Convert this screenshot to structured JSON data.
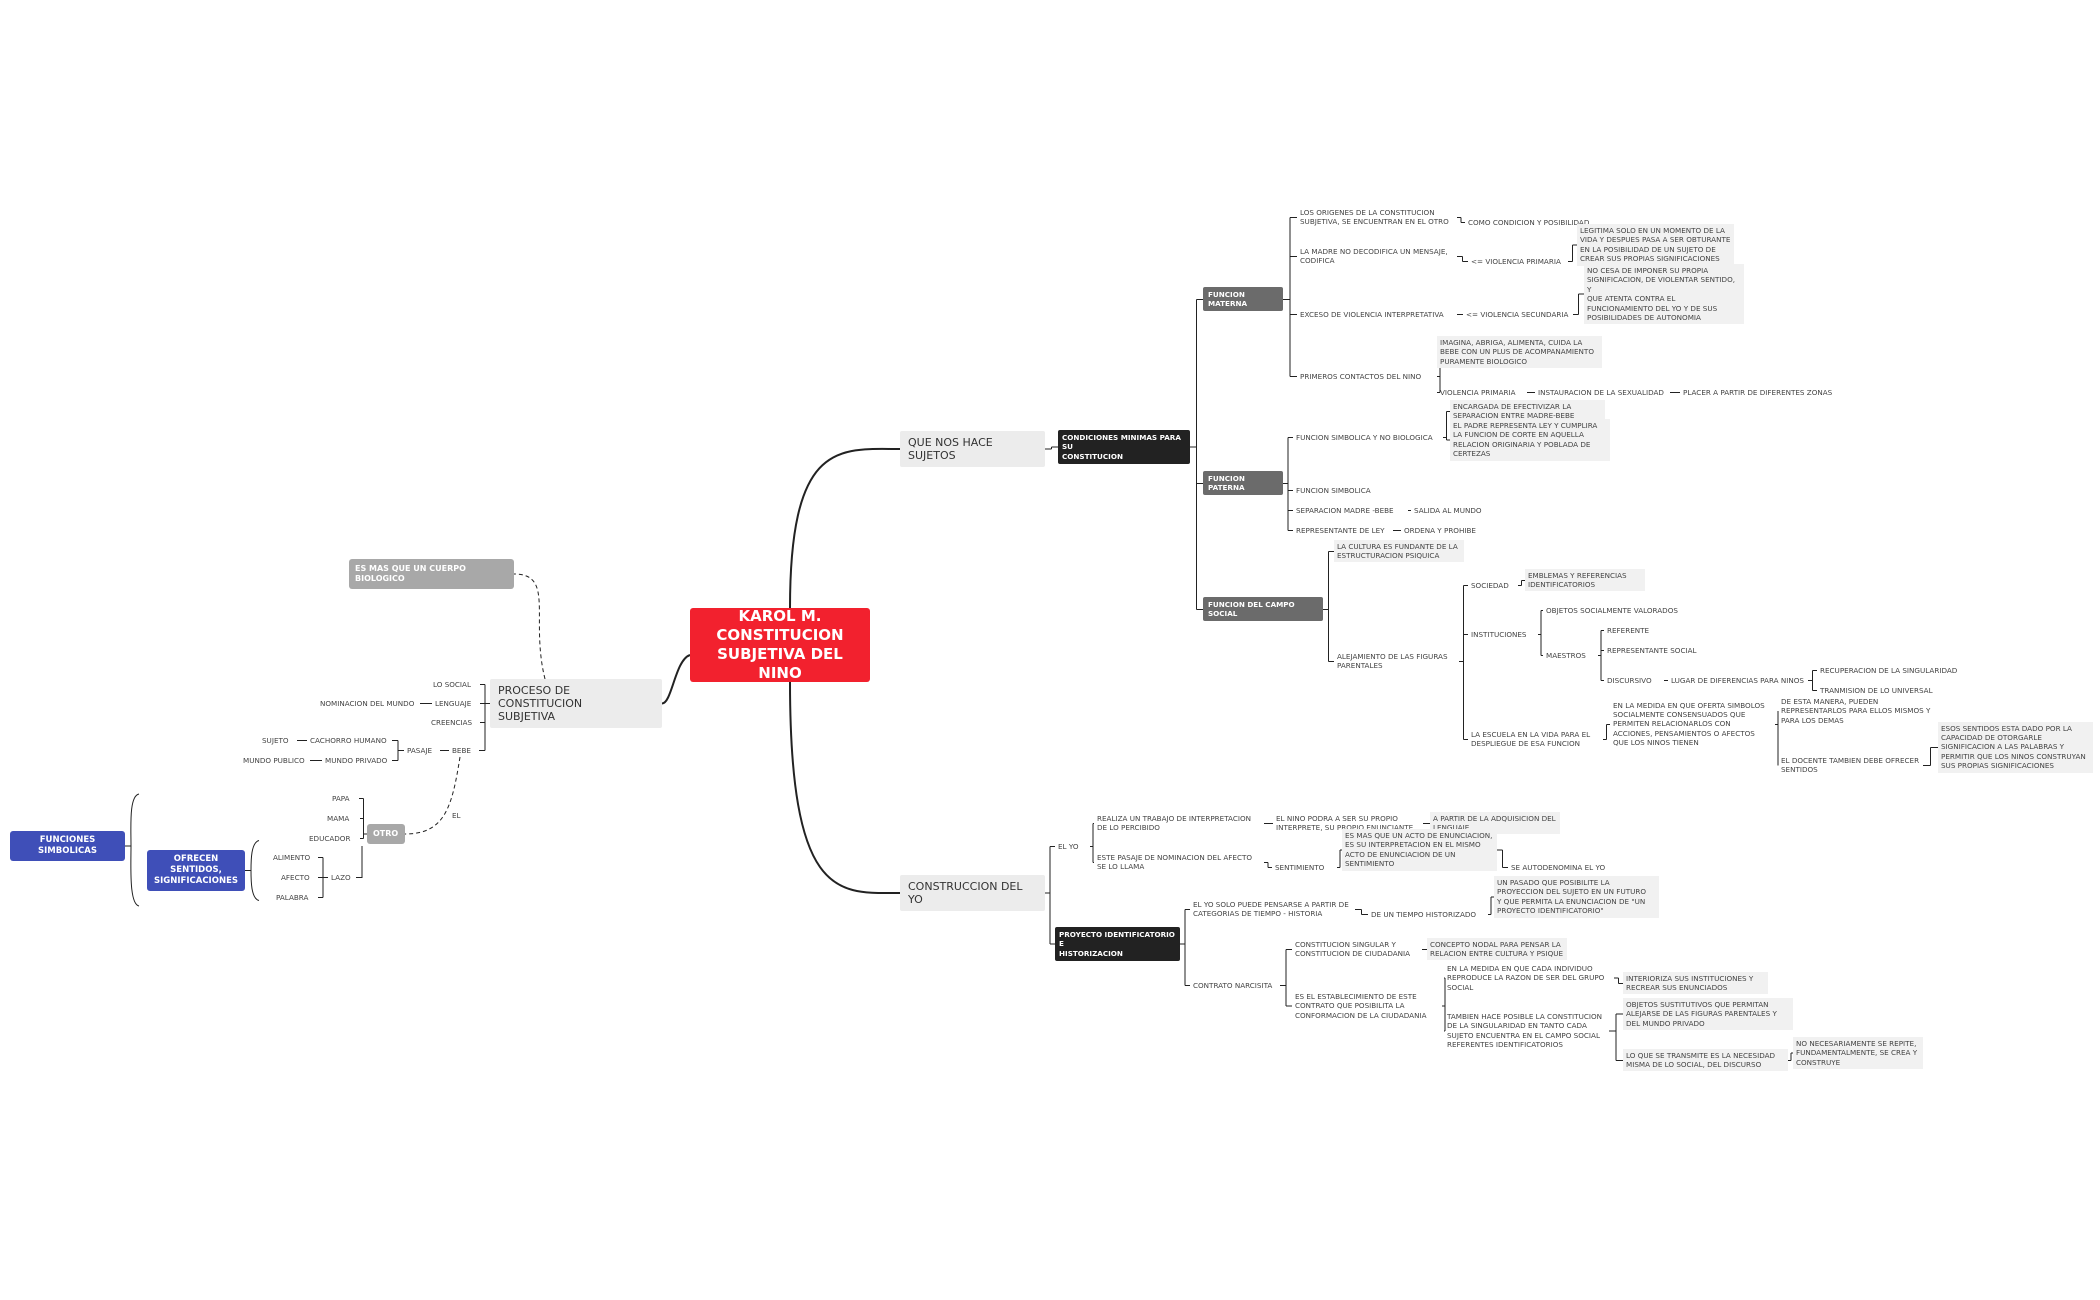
{
  "central_topic": "KAROL M.\nCONSTITUCION\nSUBJETIVA DEL NINO",
  "main_branches": {
    "que_nos_hace": "QUE NOS HACE SUJETOS",
    "construccion": "CONSTRUCCION DEL YO",
    "proceso": "PROCESO DE CONSTITUCION\nSUBJETIVA"
  },
  "que_nos_hace_sujetos": {
    "condiciones": "CONDICIONES MINIMAS PARA SU\nCONSTITUCION",
    "funcion_materna": {
      "label": "FUNCION MATERNA",
      "origenes": "LOS ORIGENES DE LA CONSTITUCION\nSUBJETIVA, SE ENCUENTRAN EN EL OTRO",
      "como_condicion": "COMO CONDICION Y POSIBILIDAD",
      "madre_no": "LA MADRE NO DECODIFICA UN MENSAJE,\nCODIFICA",
      "violencia_primaria_op": "<= VIOLENCIA PRIMARIA",
      "legitima": "LEGITIMA SOLO EN UN MOMENTO DE LA\nVIDA Y DESPUES PASA A SER OBTURANTE\nEN LA POSIBILIDAD DE UN SUJETO DE\nCREAR SUS PROPIAS SIGNIFICACIONES",
      "exceso": "EXCESO DE VIOLENCIA INTERPRETATIVA",
      "violencia_secundaria_op": "<= VIOLENCIA SECUNDARIA",
      "no_cesa": "NO CESA DE IMPONER SU PROPIA\nSIGNIFICACION, DE VIOLENTAR SENTIDO, Y\nQUE ATENTA CONTRA EL\nFUNCIONAMIENTO DEL YO Y DE SUS\nPOSIBILIDADES DE AUTONOMIA",
      "primeros_contactos": "PRIMEROS CONTACTOS DEL NINO",
      "imagina": "IMAGINA, ABRIGA, ALIMENTA, CUIDA LA\nBEBE CON UN PLUS DE ACOMPANAMIENTO\nPURAMENTE BIOLOGICO",
      "violencia_primaria": "VIOLENCIA PRIMARIA",
      "instauracion": "INSTAURACION DE LA SEXUALIDAD",
      "placer": "PLACER A PARTIR DE DIFERENTES ZONAS"
    },
    "funcion_paterna": {
      "label": "FUNCION PATERNA",
      "simbolica_no_bio": "FUNCION SIMBOLICA Y NO BIOLOGICA",
      "encargada": "ENCARGADA DE EFECTIVIZAR LA\nSEPARACION ENTRE MADRE-BEBE",
      "el_padre": "EL PADRE REPRESENTA LEY Y CUMPLIRA\nLA FUNCION DE CORTE EN AQUELLA\nRELACION ORIGINARIA Y POBLADA DE\nCERTEZAS",
      "funcion_simbolica": "FUNCION SIMBOLICA",
      "separacion": "SEPARACION MADRE -BEBE",
      "salida": "SALIDA AL MUNDO",
      "representante": "REPRESENTANTE DE LEY",
      "ordena": "ORDENA Y PROHIBE"
    },
    "funcion_campo_social": {
      "label": "FUNCION DEL CAMPO SOCIAL",
      "cultura": "LA CULTURA ES FUNDANTE DE LA\nESTRUCTURACION PSIQUICA",
      "alejamiento": "ALEJAMIENTO DE LAS FIGURAS\nPARENTALES",
      "sociedad": "SOCIEDAD",
      "emblemas": "EMBLEMAS Y REFERENCIAS\nIDENTIFICATORIOS",
      "instituciones": "INSTITUCIONES",
      "objetos_valorados": "OBJETOS SOCIALMENTE VALORADOS",
      "maestros": "MAESTROS",
      "referente": "REFERENTE",
      "representante_social": "REPRESENTANTE SOCIAL",
      "discursivo": "DISCURSIVO",
      "lugar_diferencias": "LUGAR DE DIFERENCIAS PARA NINOS",
      "recuperacion": "RECUPERACION DE LA SINGULARIDAD",
      "transmision": "TRANMISION DE LO UNIVERSAL",
      "escuela": "LA ESCUELA EN LA VIDA PARA EL\nDESPLIEGUE DE ESA FUNCION",
      "en_la_medida": "EN LA MEDIDA EN QUE OFERTA SIMBOLOS\nSOCIALMENTE CONSENSUADOS QUE\nPERMITEN RELACIONARLOS CON\nACCIONES, PENSAMIENTOS O AFECTOS\nQUE LOS NINOS TIENEN",
      "de_esta_manera": "DE ESTA MANERA, PUEDEN\nREPRESENTARLOS PARA ELLOS MISMOS Y\nPARA LOS DEMAS",
      "el_docente": "EL DOCENTE TAMBIEN DEBE OFRECER\nSENTIDOS",
      "esos_sentidos": "ESOS SENTIDOS ESTA DADO POR LA\nCAPACIDAD DE OTORGARLE\nSIGNIFICACION A LAS PALABRAS Y\nPERMITIR QUE LOS NINOS CONSTRUYAN\nSUS PROPIAS SIGNIFICACIONES"
    }
  },
  "construccion_del_yo": {
    "el_yo": "EL YO",
    "realiza": "REALIZA UN TRABAJO DE INTERPRETACION\nDE LO PERCIBIDO",
    "el_nino_podra": "EL NINO PODRA A SER SU PROPIO\nINTERPRETE, SU PROPIO ENUNCIANTE",
    "a_partir": "A PARTIR DE LA ADQUISICION DEL\nLENGUAJE",
    "este_pasaje": "ESTE PASAJE DE NOMINACION DEL AFECTO\nSE LO LLAMA",
    "sentimiento": "SENTIMIENTO",
    "es_mas_que": "ES MAS QUE UN ACTO DE ENUNCIACION,\nES SU INTERPRETACION EN EL MISMO\nACTO DE ENUNCIACION DE UN\nSENTIMIENTO",
    "se_autodenomina": "SE AUTODENOMINA EL YO",
    "proyecto": "PROYECTO IDENTIFICATORIO E\nHISTORIZACION",
    "el_yo_solo": "EL YO SOLO PUEDE PENSARSE A PARTIR DE\nCATEGORIAS DE TIEMPO - HISTORIA",
    "de_un_tiempo": "DE UN TIEMPO HISTORIZADO",
    "un_pasado": "UN PASADO QUE POSIBILITE LA\nPROYECCION DEL SUJETO EN UN FUTURO\nY QUE PERMITA LA ENUNCIACION DE \"UN\nPROYECTO IDENTIFICATORIO\"",
    "contrato": "CONTRATO NARCISITA",
    "constitucion_singular": "CONSTITUCION SINGULAR Y\nCONSTITUCION DE CIUDADANIA",
    "concepto_nodal": "CONCEPTO NODAL PARA PENSAR LA\nRELACION ENTRE CULTURA Y PSIQUE",
    "es_el_establecimiento": "ES EL ESTABLECIMIENTO DE ESTE\nCONTRATO QUE POSIBILITA LA\nCONFORMACION DE LA CIUDADANIA",
    "en_la_medida_cada": "EN LA MEDIDA EN QUE CADA INDIVIDUO\nREPRODUCE LA RAZON DE SER DEL GRUPO\nSOCIAL",
    "interioriza": "INTERIORIZA SUS INSTITUCIONES Y\nRECREAR SUS ENUNCIADOS",
    "tambien_hace": "TAMBIEN HACE POSIBLE LA CONSTITUCION\nDE LA SINGULARIDAD EN TANTO CADA\nSUJETO ENCUENTRA EN EL CAMPO SOCIAL\nREFERENTES IDENTIFICATORIOS",
    "objetos_sustitutivos": "OBJETOS SUSTITUTIVOS QUE PERMITAN\nALEJARSE DE LAS FIGURAS PARENTALES Y\nDEL MUNDO PRIVADO",
    "lo_que_se_transmite": "LO QUE SE TRANSMITE ES LA NECESIDAD\nMISMA DE LO SOCIAL, DEL DISCURSO",
    "no_necesariamente": "NO NECESARIAMENTE SE REPITE,\nFUNDAMENTALMENTE, SE CREA Y\nCONSTRUYE"
  },
  "proceso_constitucion": {
    "es_mas_que_cuerpo": "ES MAS QUE UN CUERPO BIOLOGICO",
    "lo_social": "LO SOCIAL",
    "lenguaje": "LENGUAJE",
    "nominacion": "NOMINACION DEL MUNDO",
    "creencias": "CREENCIAS",
    "bebe": "BEBE",
    "pasaje": "PASAJE",
    "cachorro": "CACHORRO HUMANO",
    "sujeto": "SUJETO",
    "mundo_privado": "MUNDO PRIVADO",
    "mundo_publico": "MUNDO PUBLICO",
    "el": "EL",
    "otro": "OTRO",
    "papa": "PAPA",
    "mama": "MAMA",
    "educador": "EDUCADOR",
    "lazo": "LAZO",
    "alimento": "ALIMENTO",
    "afecto": "AFECTO",
    "palabra": "PALABRA"
  },
  "floating": {
    "funciones_simbolicas": "FUNCIONES SIMBOLICAS",
    "ofrecen_sentidos": "OFRECEN SENTIDOS,\nSIGNIFICACIONES"
  },
  "colors": {
    "central": "#f2212e",
    "dark_topic": "#222222",
    "grey_topic": "#6b6b6b",
    "floating_blue": "#3f4fb8",
    "main_topic_bg": "#ececec",
    "line": "#222222"
  }
}
